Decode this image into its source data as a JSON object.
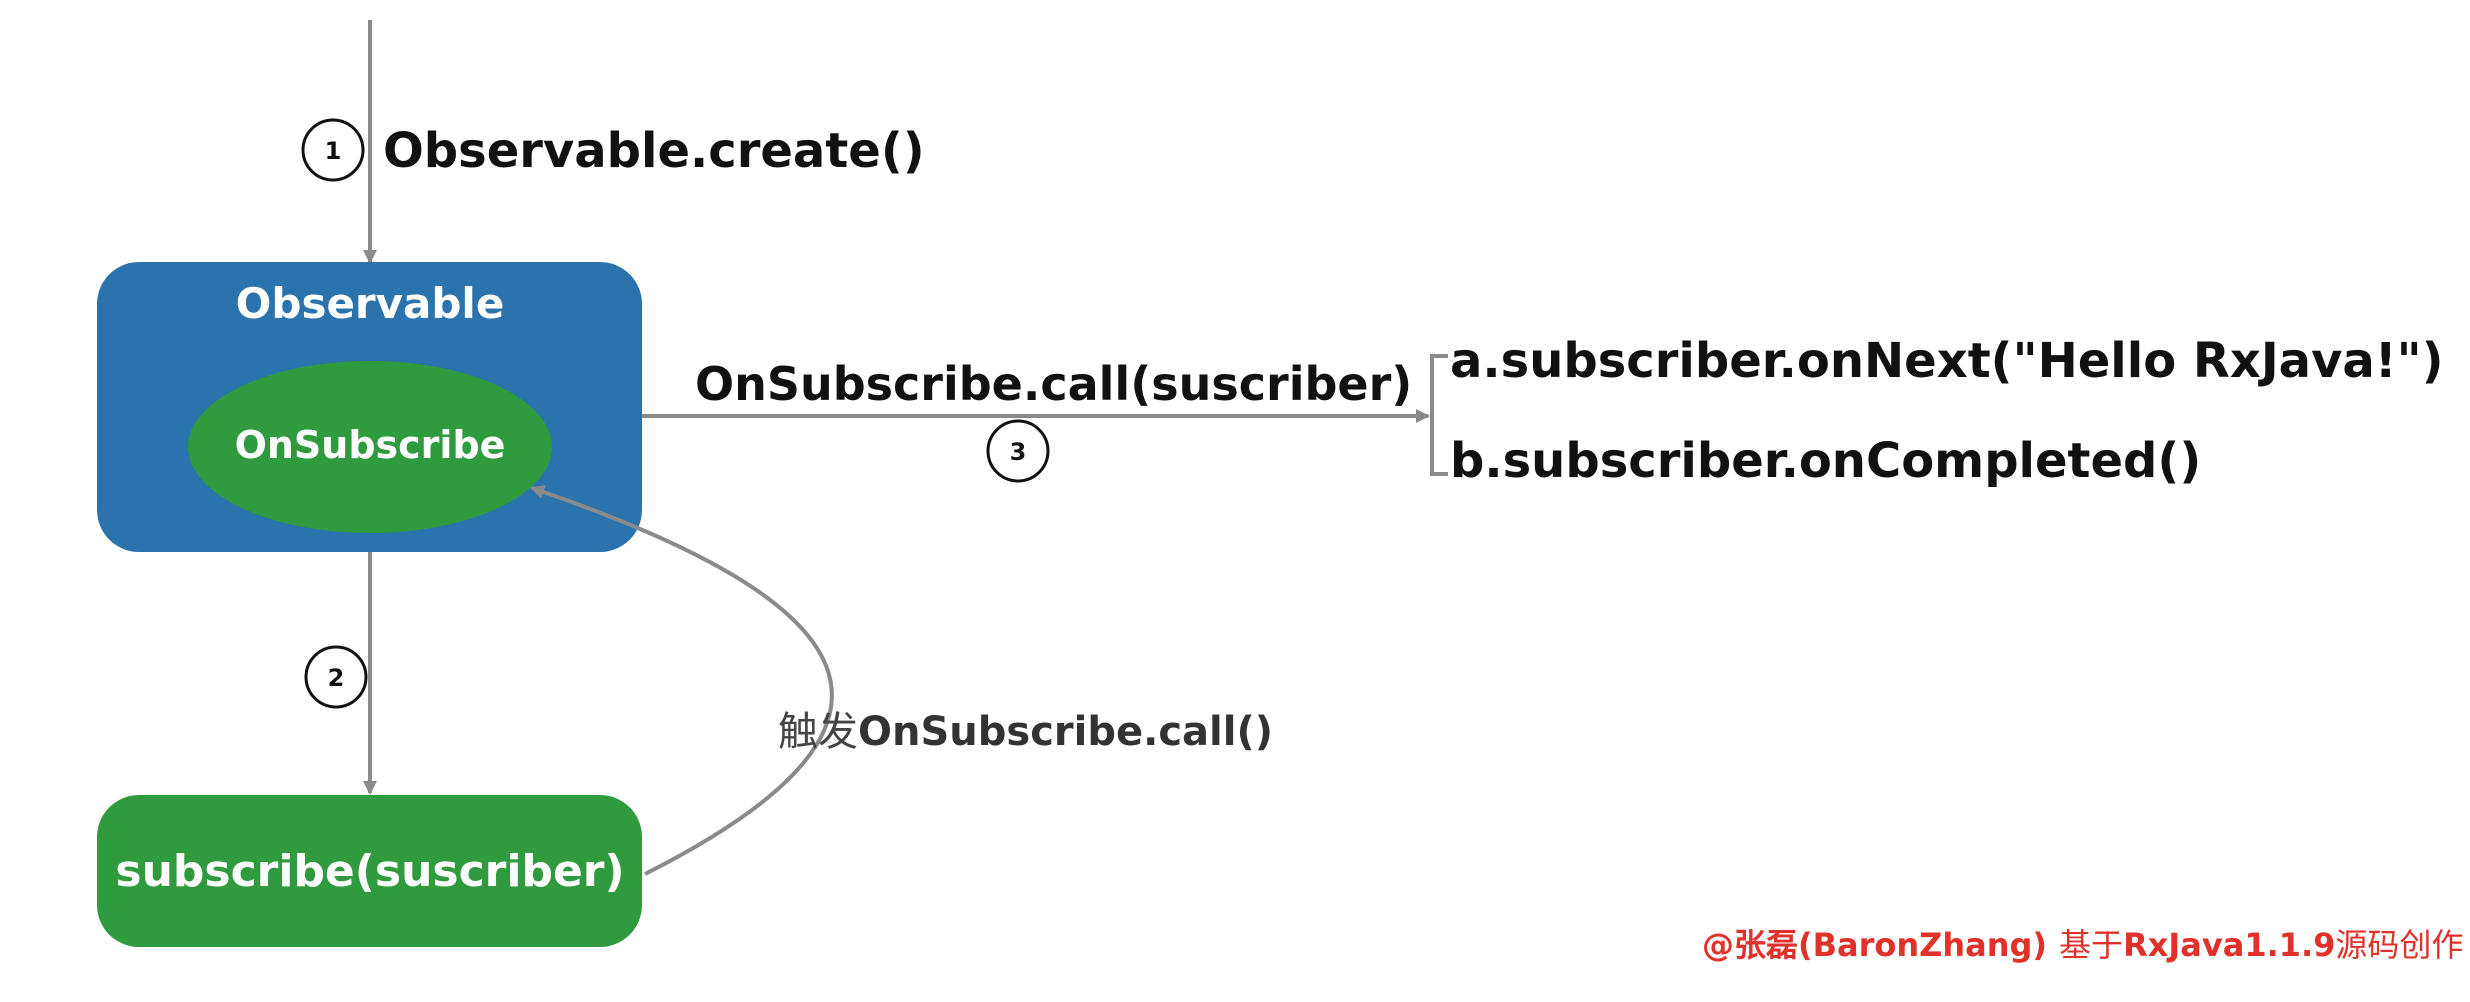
{
  "diagram": {
    "step1": {
      "number": "1",
      "label": "Observable.create()"
    },
    "observable_box": {
      "title": "Observable",
      "inner": "OnSubscribe"
    },
    "step3": {
      "number": "3",
      "label": "OnSubscribe.call(suscriber)"
    },
    "results": {
      "a": "a.subscriber.onNext(\"Hello RxJava!\")",
      "b": "b.subscriber.onCompleted()"
    },
    "step2": {
      "number": "2"
    },
    "trigger": {
      "prefix": "触发",
      "label": "OnSubscribe.call()"
    },
    "subscribe_box": {
      "label": "subscribe(suscriber)"
    },
    "credit": {
      "author": "@张磊(BaronZhang)",
      "middle": "基于",
      "version": "RxJava1.1.9",
      "suffix": "源码创作"
    },
    "colors": {
      "observable_blue": "#2b73ad",
      "green": "#2f9a3e",
      "arrow_grey": "#8a8a8a",
      "credit_red": "#e0312b"
    }
  }
}
